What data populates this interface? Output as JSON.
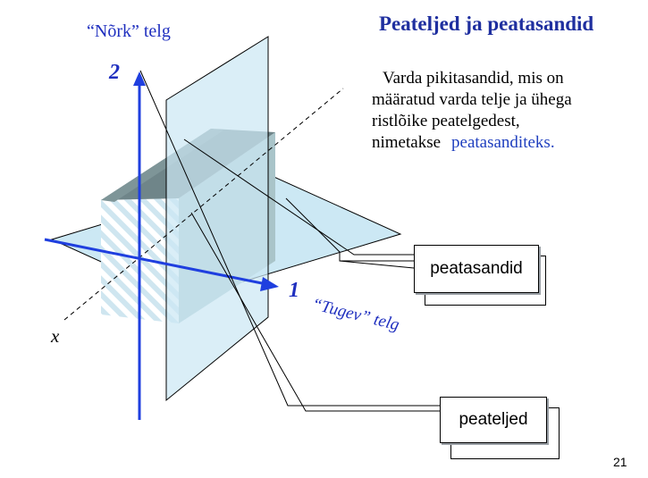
{
  "title": "Peateljed ja peatasandid",
  "weak_axis_label": "“Nõrk” telg",
  "strong_axis_label": "“Tugev” telg",
  "axis_labels": {
    "axis2": "2",
    "axis1": "1",
    "axis_x": "x"
  },
  "definition": {
    "line1": "Varda pikitasandid, mis on",
    "line2": "määratud varda telje ja ühega",
    "line3": "ristlõike peatelgedest,",
    "line4_prefix": "nimetakse",
    "line4_highlight": "peatasanditeks."
  },
  "callouts": {
    "sections": "peatasandid",
    "flanges": "peateljed"
  },
  "page_number": "21",
  "colors": {
    "title": "#1f2f9f",
    "axis": "#1f3fdf",
    "plane": "#cce8f4",
    "beam_top": "#6f8589",
    "beam_side": "#a9c4c9",
    "hatch": "#cfe6f0"
  }
}
